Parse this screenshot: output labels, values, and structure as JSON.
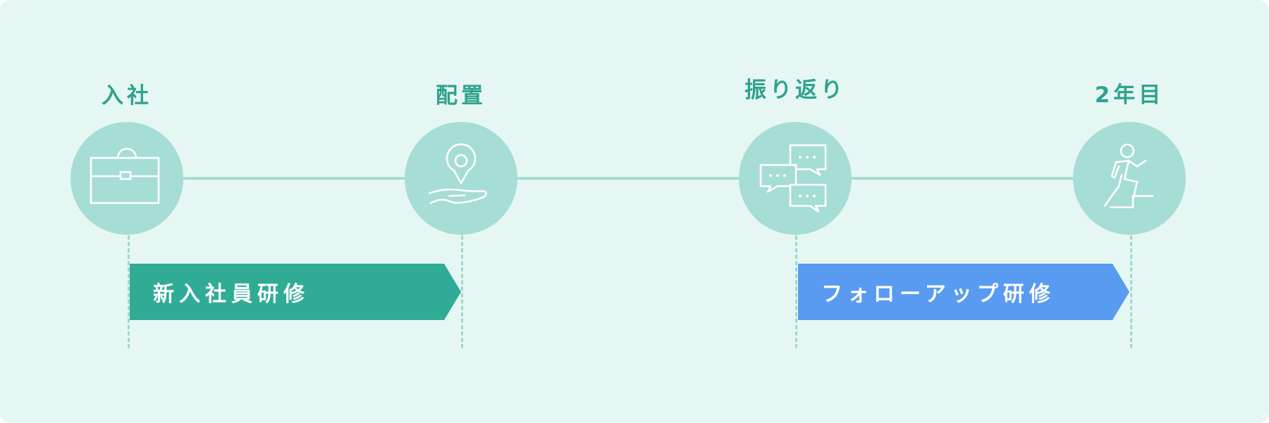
{
  "colors": {
    "background": "#e6f7f3",
    "circle": "#a6ddd4",
    "timeline": "#a6ddd4",
    "label": "#2fa38d",
    "phase_green": "#30ac96",
    "phase_blue": "#589bf0",
    "icon_stroke": "#ffffff"
  },
  "milestones": [
    {
      "label": "入社",
      "icon": "briefcase-icon"
    },
    {
      "label": "配置",
      "icon": "location-pin-hand-icon"
    },
    {
      "label": "振り返り",
      "icon": "chat-bubbles-icon"
    },
    {
      "label": "2年目",
      "icon": "climbing-stairs-person-icon"
    }
  ],
  "phases": [
    {
      "label": "新入社員研修",
      "from": "入社",
      "to": "配置",
      "color": "#30ac96"
    },
    {
      "label": "フォローアップ研修",
      "from": "振り返り",
      "to": "2年目",
      "color": "#589bf0"
    }
  ]
}
